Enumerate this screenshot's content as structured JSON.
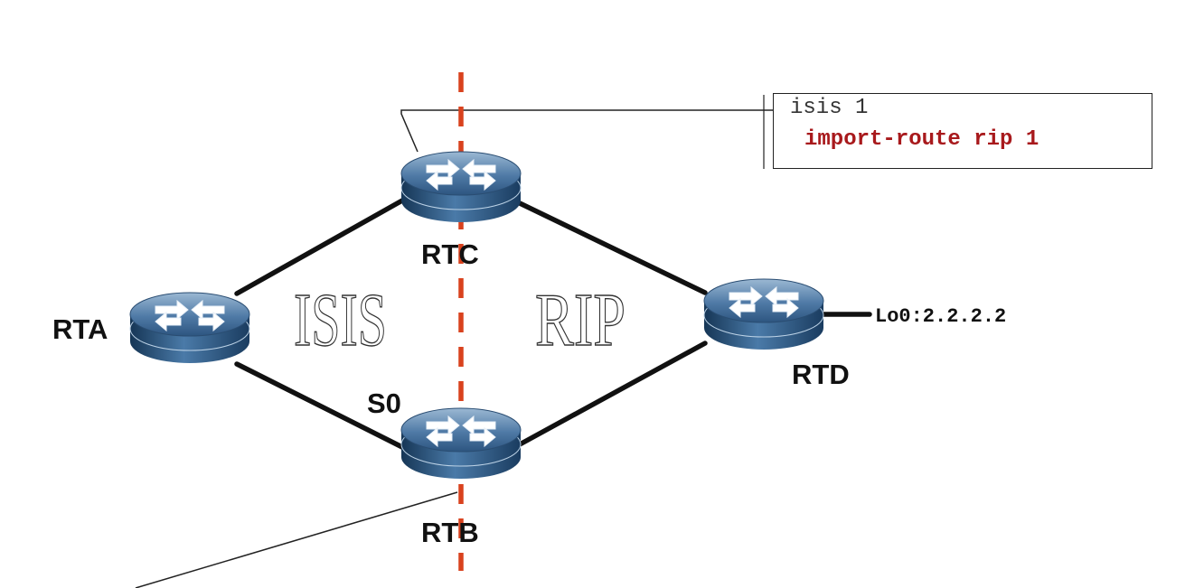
{
  "routers": {
    "rta": {
      "label": "RTA",
      "icon": "router-icon"
    },
    "rtb": {
      "label": "RTB",
      "icon": "router-icon"
    },
    "rtc": {
      "label": "RTC",
      "icon": "router-icon"
    },
    "rtd": {
      "label": "RTD",
      "icon": "router-icon"
    }
  },
  "areas": {
    "left": "ISIS",
    "right": "RIP"
  },
  "interface_label": "S0",
  "loopback_label": "Lo0:2.2.2.2",
  "config": {
    "line1": "isis 1",
    "line2": "import-route rip 1",
    "highlight_color": "#a8191c"
  },
  "colors": {
    "boundary": "#d9421e",
    "router_body": "#3b6590",
    "link": "#111111"
  }
}
